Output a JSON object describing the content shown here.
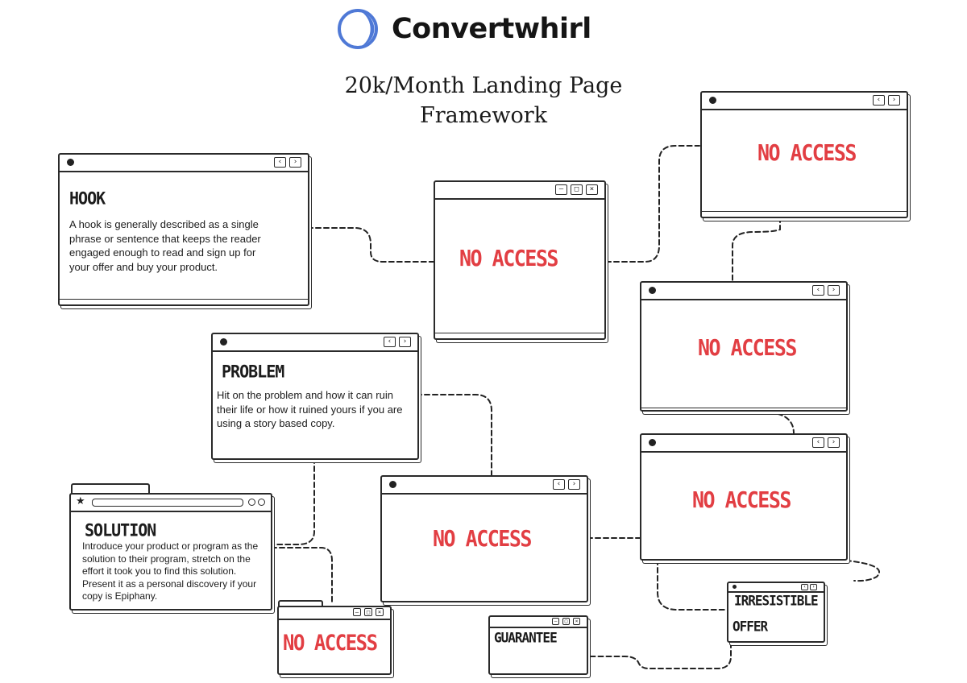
{
  "brand": {
    "name": "Convertwhirl",
    "accent": "#4f79d6"
  },
  "title": {
    "line1": "20k/Month Landing Page",
    "line2": "Framework"
  },
  "restricted_label": "NO ACCESS",
  "restricted_color": "#e23e43",
  "hook": {
    "heading": "HOOK",
    "text": "A hook is generally described as a single phrase or sentence that keeps the reader engaged enough to read and sign up for your offer and buy your product."
  },
  "problem": {
    "heading": "PROBLEM",
    "text": "Hit on the problem and how it can ruin their life or how it ruined yours if you are  using a story based copy."
  },
  "solution": {
    "heading": "SOLUTION",
    "text": "Introduce your product or program as the solution to their program, stretch on the effort it took you to find this solution. Present it as a personal discovery if your copy is Epiphany."
  },
  "guarantee": {
    "heading": "GUARANTEE"
  },
  "offer": {
    "line1": "IRRESISTIBLE",
    "line2": "OFFER"
  },
  "icons": {
    "back": "‹",
    "forward": "›",
    "minimize": "–",
    "maximize": "□",
    "close": "×",
    "star": "★"
  }
}
